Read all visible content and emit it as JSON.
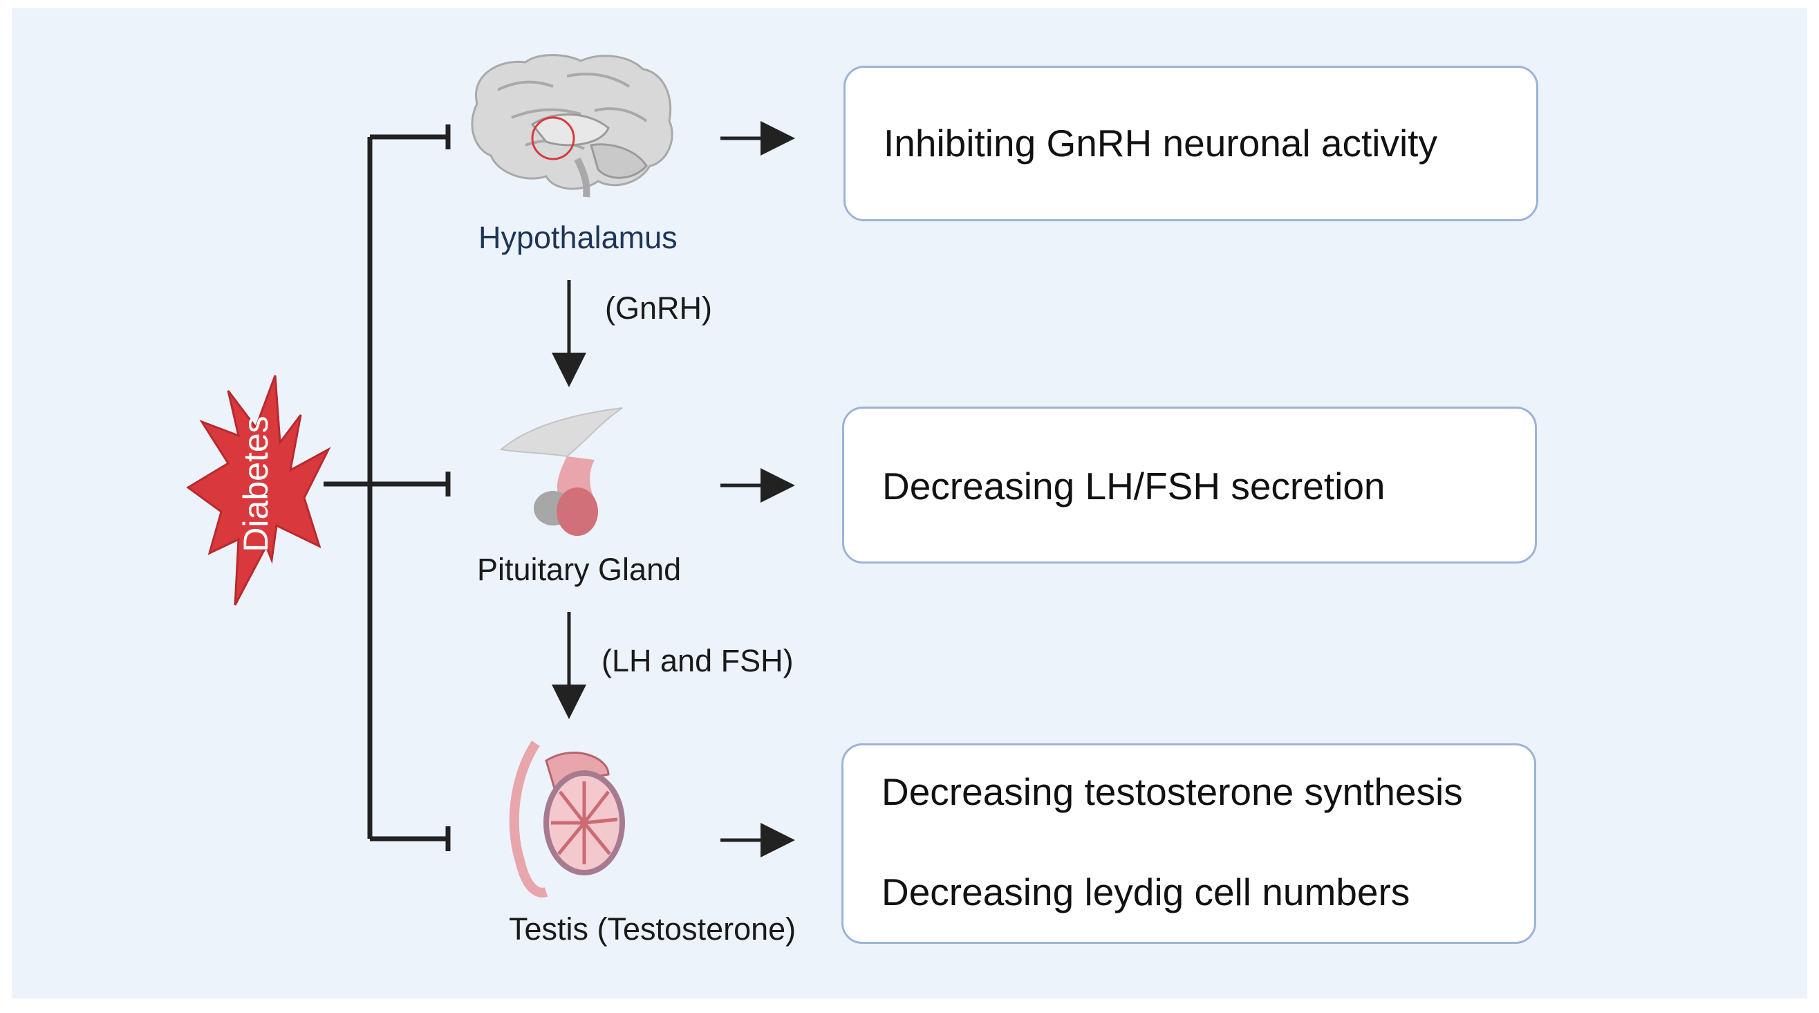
{
  "trigger": {
    "label": "Diabetes",
    "color": "#d9393d"
  },
  "organs": {
    "hypothalamus": {
      "label": "Hypothalamus",
      "icon": "brain-icon"
    },
    "pituitary": {
      "label": "Pituitary Gland",
      "icon": "pituitary-gland-icon"
    },
    "testis": {
      "label": "Testis (Testosterone)",
      "icon": "testis-icon"
    }
  },
  "hormones": {
    "gnrh": "(GnRH)",
    "lh_fsh": "(LH and FSH)"
  },
  "effects": {
    "hypothalamus": [
      "Inhibiting GnRH neuronal activity"
    ],
    "pituitary": [
      "Decreasing LH/FSH secretion"
    ],
    "testis": [
      "Decreasing testosterone synthesis",
      "Decreasing leydig cell numbers"
    ]
  },
  "colors": {
    "background": "#edf3fb",
    "box_border": "#9cb3d6",
    "line": "#222222"
  }
}
